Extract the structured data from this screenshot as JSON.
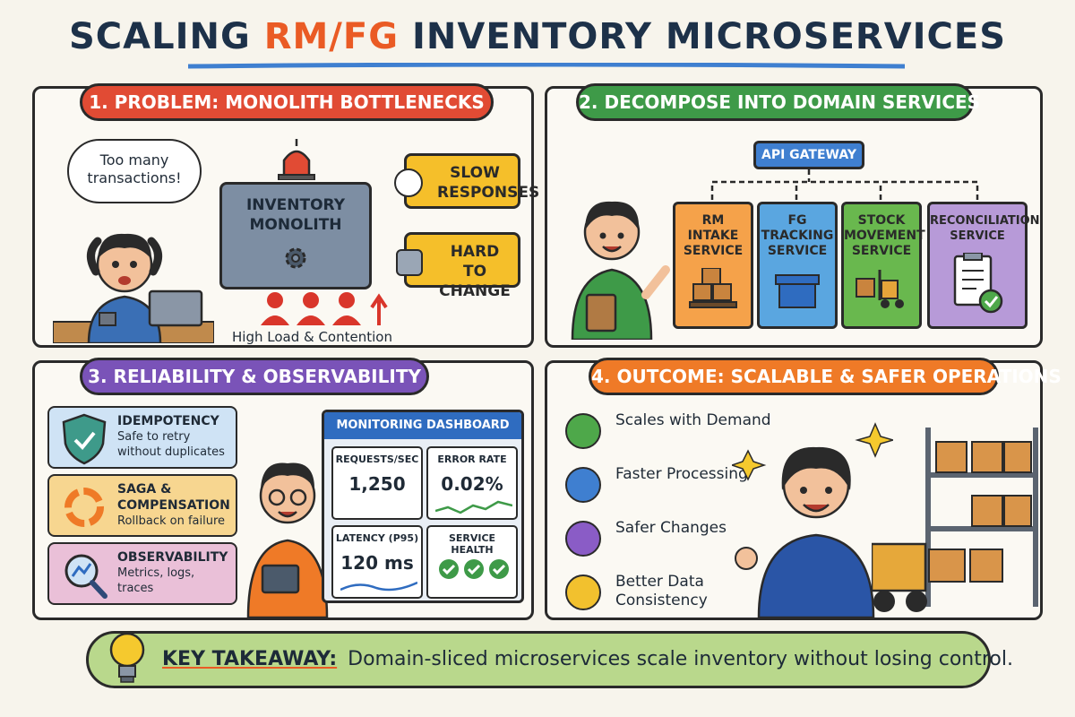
{
  "title": {
    "part1": "SCALING ",
    "accent": "RM/FG",
    "part2": " INVENTORY MICROSERVICES"
  },
  "colors": {
    "title": "#1d3149",
    "accent": "#ea5b25",
    "problem": "#e14b34",
    "decompose": "#3e9a48",
    "reliability": "#7a53b8",
    "outcome": "#ef7a27",
    "takeaway": "#b9d88c"
  },
  "panel1": {
    "title": "1. PROBLEM: MONOLITH BOTTLENECKS",
    "speech": "Too many transactions!",
    "monolith_label": "INVENTORY MONOLITH",
    "issues": [
      {
        "label": "SLOW RESPONSES",
        "icon": "clock-icon"
      },
      {
        "label": "HARD TO CHANGE",
        "icon": "wrench-icon"
      }
    ],
    "load_label": "High Load & Contention"
  },
  "panel2": {
    "title": "2. DECOMPOSE INTO DOMAIN SERVICES",
    "gateway": "API GATEWAY",
    "services": [
      {
        "label": "RM INTAKE SERVICE",
        "icon": "boxes-on-pallet-icon"
      },
      {
        "label": "FG TRACKING SERVICE",
        "icon": "bin-icon"
      },
      {
        "label": "STOCK MOVEMENT SERVICE",
        "icon": "forklift-icon"
      },
      {
        "label": "RECONCILIATION SERVICE",
        "icon": "clipboard-check-icon"
      }
    ]
  },
  "panel3": {
    "title": "3. RELIABILITY & OBSERVABILITY",
    "items": [
      {
        "title": "IDEMPOTENCY",
        "desc": "Safe to retry without duplicates",
        "icon": "shield-check-icon"
      },
      {
        "title": "SAGA & COMPENSATION",
        "desc": "Rollback on failure",
        "icon": "cycle-arrows-icon"
      },
      {
        "title": "OBSERVABILITY",
        "desc": "Metrics, logs, traces",
        "icon": "magnifier-chart-icon"
      }
    ],
    "dashboard": {
      "title": "MONITORING DASHBOARD",
      "tiles": [
        {
          "label": "REQUESTS/SEC",
          "value": "1,250"
        },
        {
          "label": "ERROR RATE",
          "value": "0.02%"
        },
        {
          "label": "LATENCY (P95)",
          "value": "120 ms"
        },
        {
          "label": "SERVICE HEALTH",
          "value": ""
        }
      ]
    }
  },
  "panel4": {
    "title": "4. OUTCOME: SCALABLE & SAFER OPERATIONS",
    "outcomes": [
      {
        "label": "Scales with Demand",
        "icon": "growth-chart-icon",
        "color": "#4ea84a"
      },
      {
        "label": "Faster Processing",
        "icon": "clock-icon",
        "color": "#3f7fd0"
      },
      {
        "label": "Safer Changes",
        "icon": "shield-icon",
        "color": "#8a5cc6"
      },
      {
        "label": "Better Data Consistency",
        "icon": "check-circle-icon",
        "color": "#f2c12e"
      }
    ]
  },
  "takeaway": {
    "label": "KEY TAKEAWAY:",
    "text": "Domain-sliced microservices scale inventory without losing control."
  }
}
